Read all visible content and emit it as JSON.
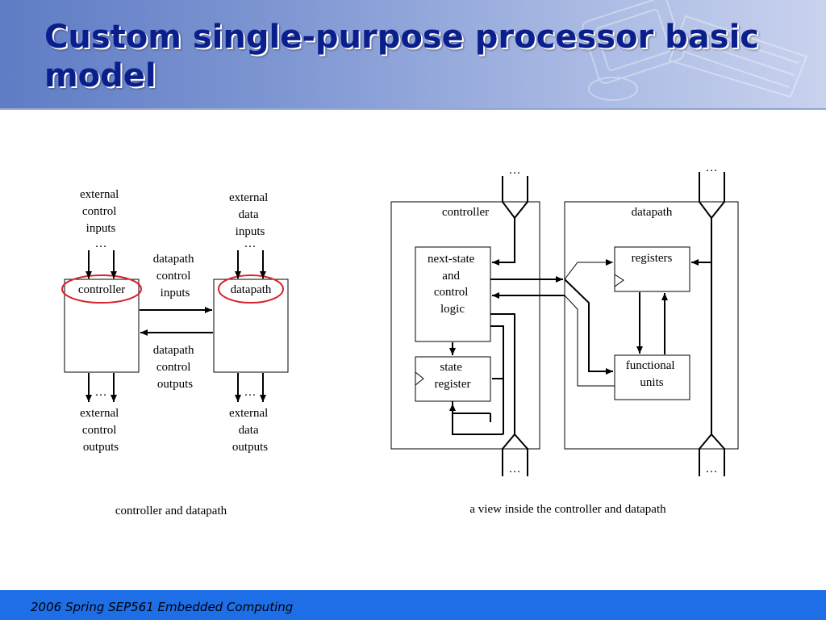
{
  "slide": {
    "title": "Custom single-purpose processor basic model",
    "footer": "2006  Spring SEP561 Embedded Computing"
  },
  "left_diagram": {
    "ext_control_inputs": [
      "external",
      "control",
      "inputs"
    ],
    "ext_data_inputs": [
      "external",
      "data",
      "inputs"
    ],
    "datapath_control_inputs": [
      "datapath",
      "control",
      "inputs"
    ],
    "datapath_control_outputs": [
      "datapath",
      "control",
      "outputs"
    ],
    "controller_label": "controller",
    "datapath_label": "datapath",
    "ext_control_outputs": [
      "external",
      "control",
      "outputs"
    ],
    "ext_data_outputs": [
      "external",
      "data",
      "outputs"
    ],
    "ellipsis": "…",
    "caption": "controller and datapath",
    "highlight_color": "#d8232a"
  },
  "right_diagram": {
    "controller_label": "controller",
    "datapath_label": "datapath",
    "next_state_logic": [
      "next-state",
      "and",
      "control",
      "logic"
    ],
    "state_register": [
      "state",
      "register"
    ],
    "registers": "registers",
    "functional_units": [
      "functional",
      "units"
    ],
    "ellipsis": "…",
    "caption": "a view inside the controller and datapath"
  }
}
